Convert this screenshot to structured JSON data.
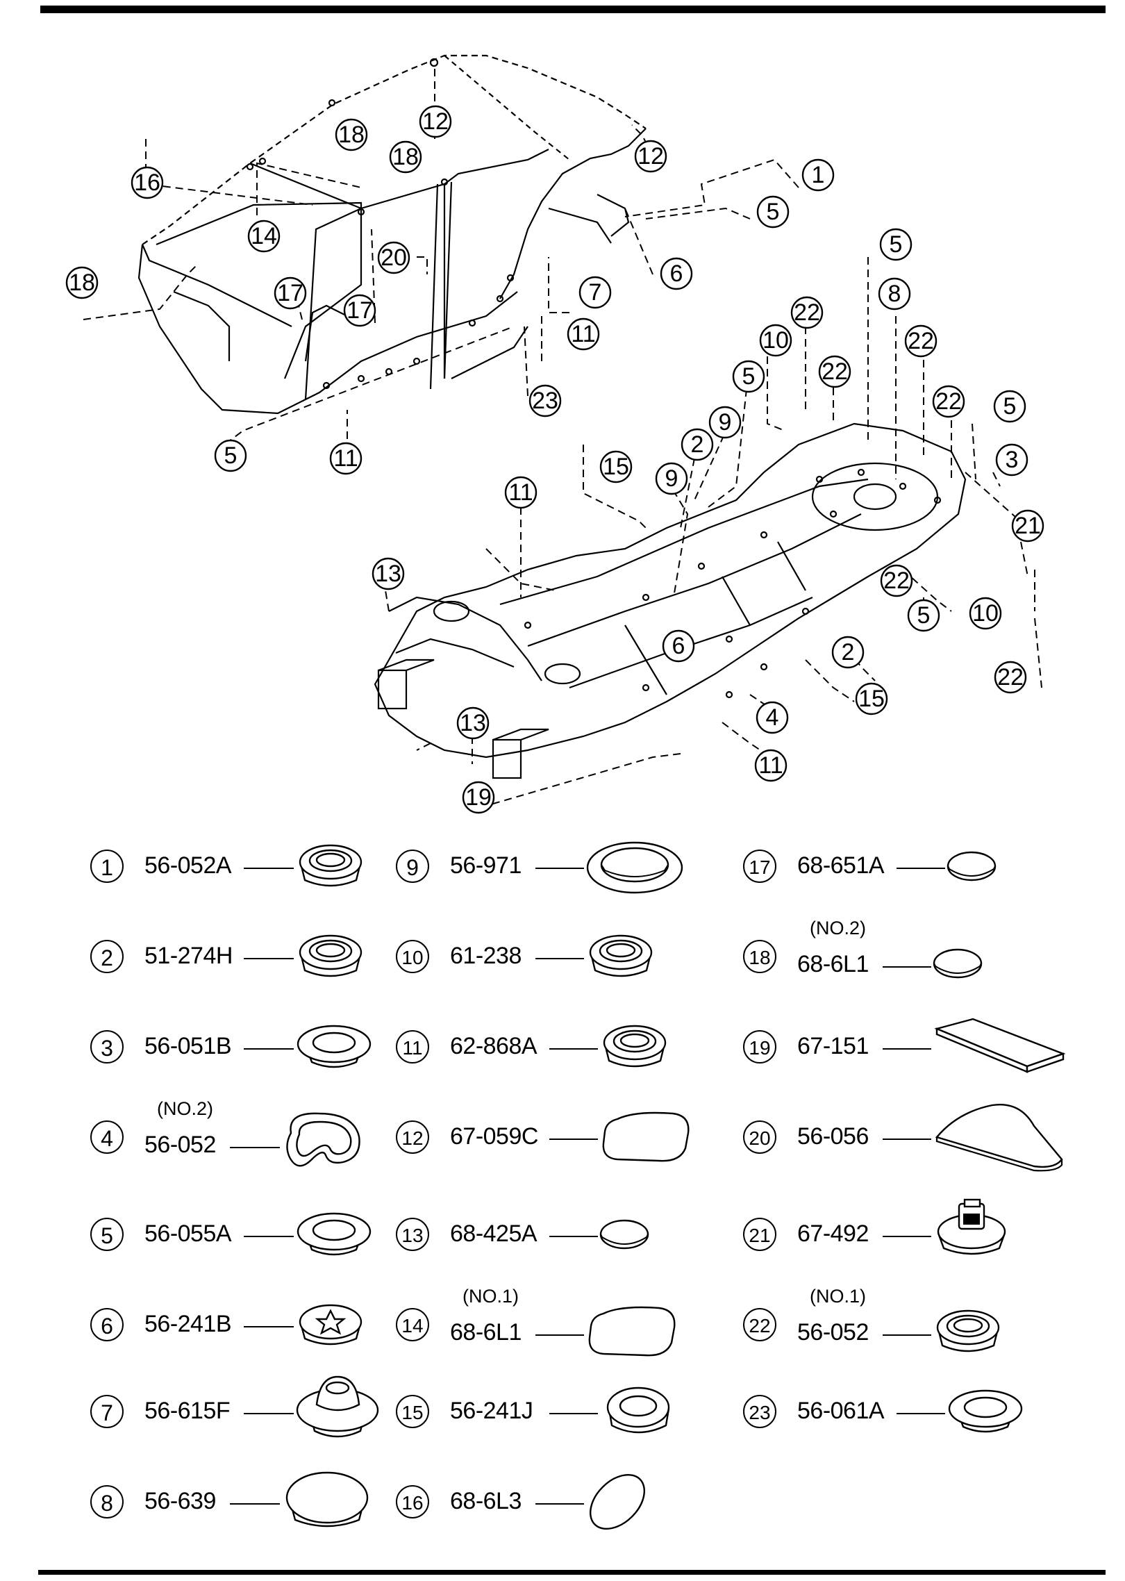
{
  "diagram": {
    "upper_callouts": [
      "1",
      "5",
      "6",
      "7",
      "11",
      "12",
      "12",
      "14",
      "16",
      "17",
      "17",
      "18",
      "18",
      "18",
      "20",
      "23",
      "5",
      "11"
    ],
    "lower_callouts": [
      "5",
      "8",
      "22",
      "10",
      "22",
      "22",
      "5",
      "22",
      "2",
      "9",
      "15",
      "3",
      "5",
      "21",
      "22",
      "5",
      "10",
      "22",
      "9",
      "11",
      "13",
      "6",
      "2",
      "15",
      "4",
      "13",
      "11",
      "19"
    ]
  },
  "legend": {
    "items": [
      {
        "num": "1",
        "code": "56-052A",
        "note": "",
        "shape": "grommet-ring"
      },
      {
        "num": "2",
        "code": "51-274H",
        "note": "",
        "shape": "grommet-ring"
      },
      {
        "num": "3",
        "code": "56-051B",
        "note": "",
        "shape": "grommet-flat"
      },
      {
        "num": "4",
        "code": "56-052",
        "note": "(NO.2)",
        "shape": "kidney"
      },
      {
        "num": "5",
        "code": "56-055A",
        "note": "",
        "shape": "grommet-flat"
      },
      {
        "num": "6",
        "code": "56-241B",
        "note": "",
        "shape": "star-plug"
      },
      {
        "num": "7",
        "code": "56-615F",
        "note": "",
        "shape": "dome-plug"
      },
      {
        "num": "8",
        "code": "56-639",
        "note": "",
        "shape": "cap"
      },
      {
        "num": "9",
        "code": "56-971",
        "note": "",
        "shape": "wide-ring"
      },
      {
        "num": "10",
        "code": "61-238",
        "note": "",
        "shape": "grommet-ring"
      },
      {
        "num": "11",
        "code": "62-868A",
        "note": "",
        "shape": "grommet-ring"
      },
      {
        "num": "12",
        "code": "67-059C",
        "note": "",
        "shape": "pad-rounded"
      },
      {
        "num": "13",
        "code": "68-425A",
        "note": "",
        "shape": "disc"
      },
      {
        "num": "14",
        "code": "68-6L1",
        "note": "(NO.1)",
        "shape": "pad-rounded"
      },
      {
        "num": "15",
        "code": "56-241J",
        "note": "",
        "shape": "oval-grommet"
      },
      {
        "num": "16",
        "code": "68-6L3",
        "note": "",
        "shape": "oval-tilt"
      },
      {
        "num": "17",
        "code": "68-651A",
        "note": "",
        "shape": "disc"
      },
      {
        "num": "18",
        "code": "68-6L1",
        "note": "(NO.2)",
        "shape": "disc"
      },
      {
        "num": "19",
        "code": "67-151",
        "note": "",
        "shape": "sheet"
      },
      {
        "num": "20",
        "code": "56-056",
        "note": "",
        "shape": "sheet-curved"
      },
      {
        "num": "21",
        "code": "67-492",
        "note": "",
        "shape": "square-plug"
      },
      {
        "num": "22",
        "code": "56-052",
        "note": "(NO.1)",
        "shape": "grommet-ring"
      },
      {
        "num": "23",
        "code": "56-061A",
        "note": "",
        "shape": "grommet-flat"
      }
    ]
  }
}
